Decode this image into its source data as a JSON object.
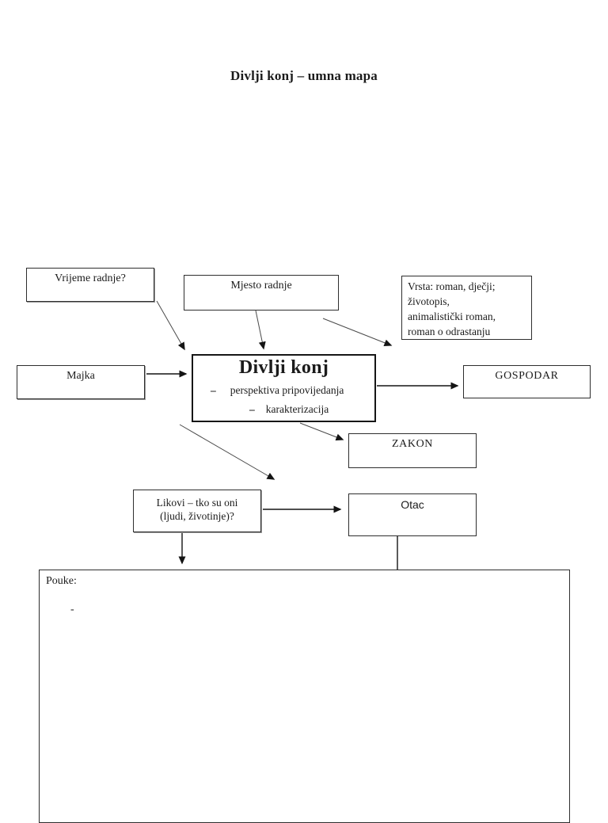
{
  "page": {
    "title": "Divlji konj – umna mapa"
  },
  "nodes": {
    "vrijeme": {
      "label": "Vrijeme radnje?"
    },
    "mjesto": {
      "label": "Mjesto radnje"
    },
    "vrsta": {
      "label": "Vrsta: roman, dječji;\nživotopis,\nanimalistički roman,\nroman o odrastanju"
    },
    "majka": {
      "label": "Majka"
    },
    "central": {
      "title": "Divlji konj",
      "dash": "–",
      "items": [
        "perspektiva pripovijedanja",
        "karakterizacija"
      ]
    },
    "gospodar": {
      "label": "GOSPODAR"
    },
    "zakon": {
      "label": "ZAKON"
    },
    "likovi": {
      "label": "Likovi – tko su oni\n(ljudi, životinje)?"
    },
    "otac": {
      "label": "Otac"
    },
    "pouke": {
      "heading": "Pouke:",
      "bullet": "-"
    }
  },
  "colors": {
    "background": "#ffffff",
    "ink": "#1b1b1b",
    "thin_line": "#4a4a4a",
    "solid_line": "#141414"
  }
}
